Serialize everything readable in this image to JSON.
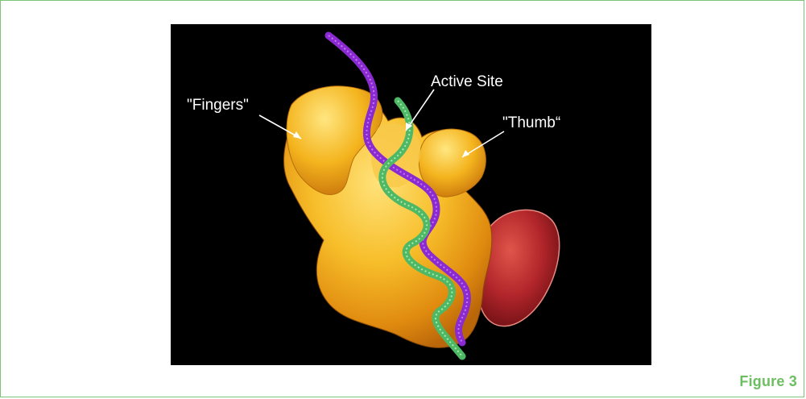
{
  "figure": {
    "caption": "Figure 3",
    "labels": {
      "fingers": "\"Fingers\"",
      "active_site": "Active Site",
      "thumb": "\"Thumb“"
    }
  },
  "colors": {
    "frame_border": "#7cc576",
    "caption": "#6cbf61",
    "background": "#000000",
    "protein_yellow": "#f4b21c",
    "protein_red": "#b3262b",
    "strand_purple": "#8a2ad0",
    "strand_green": "#5cc66c"
  }
}
